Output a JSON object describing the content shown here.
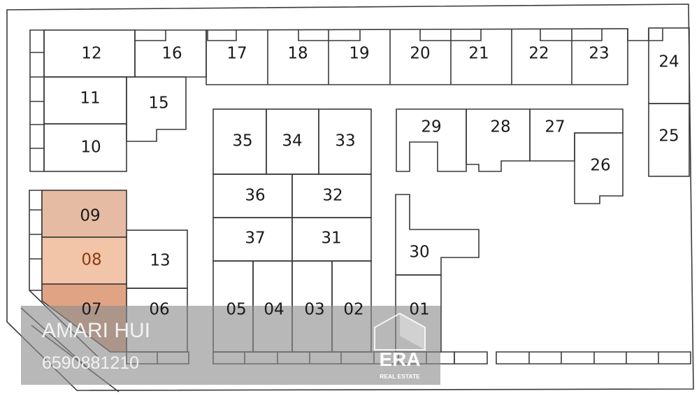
{
  "units": {
    "u01": "01",
    "u02": "02",
    "u03": "03",
    "u04": "04",
    "u05": "05",
    "u06": "06",
    "u07": "07",
    "u08": "08",
    "u09": "09",
    "u10": "10",
    "u11": "11",
    "u12": "12",
    "u13": "13",
    "u15": "15",
    "u16": "16",
    "u17": "17",
    "u18": "18",
    "u19": "19",
    "u20": "20",
    "u21": "21",
    "u22": "22",
    "u23": "23",
    "u24": "24",
    "u25": "25",
    "u26": "26",
    "u27": "27",
    "u28": "28",
    "u29": "29",
    "u30": "30",
    "u31": "31",
    "u32": "32",
    "u33": "33",
    "u34": "34",
    "u35": "35",
    "u36": "36",
    "u37": "37"
  },
  "highlight": {
    "units": [
      "07",
      "08",
      "09"
    ],
    "color_dark": "#e0a484",
    "color_light": "#f2c4a8",
    "color_top": "#e6bba3"
  },
  "watermark": {
    "agent_name": "AMARI HUI",
    "agent_phone": "6590881210",
    "brand": "ERA",
    "brand_sub": "REAL ESTATE",
    "overlay_color": "#8c8c8c"
  }
}
